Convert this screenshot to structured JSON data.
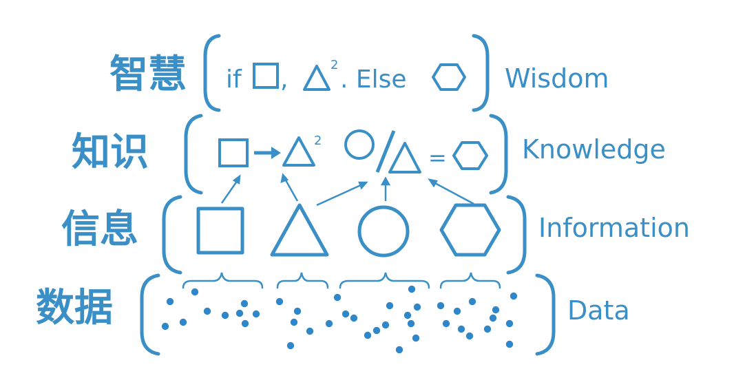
{
  "colors": {
    "accent": "#3a8fc6",
    "dots": "#2f86c8"
  },
  "levels": {
    "wisdom": {
      "zh": "智慧",
      "en": "Wisdom",
      "expr": {
        "if": "if",
        "comma": ",",
        "exponent": "2",
        "else": ". Else"
      }
    },
    "knowledge": {
      "zh": "知识",
      "en": "Knowledge",
      "exponent": "2",
      "equals": "="
    },
    "information": {
      "zh": "信息",
      "en": "Information"
    },
    "data": {
      "zh": "数据",
      "en": "Data"
    }
  },
  "shapes": [
    "square",
    "triangle",
    "circle",
    "hexagon"
  ],
  "icons": [
    "brace",
    "arrow",
    "square",
    "triangle",
    "circle",
    "hexagon",
    "dot"
  ]
}
